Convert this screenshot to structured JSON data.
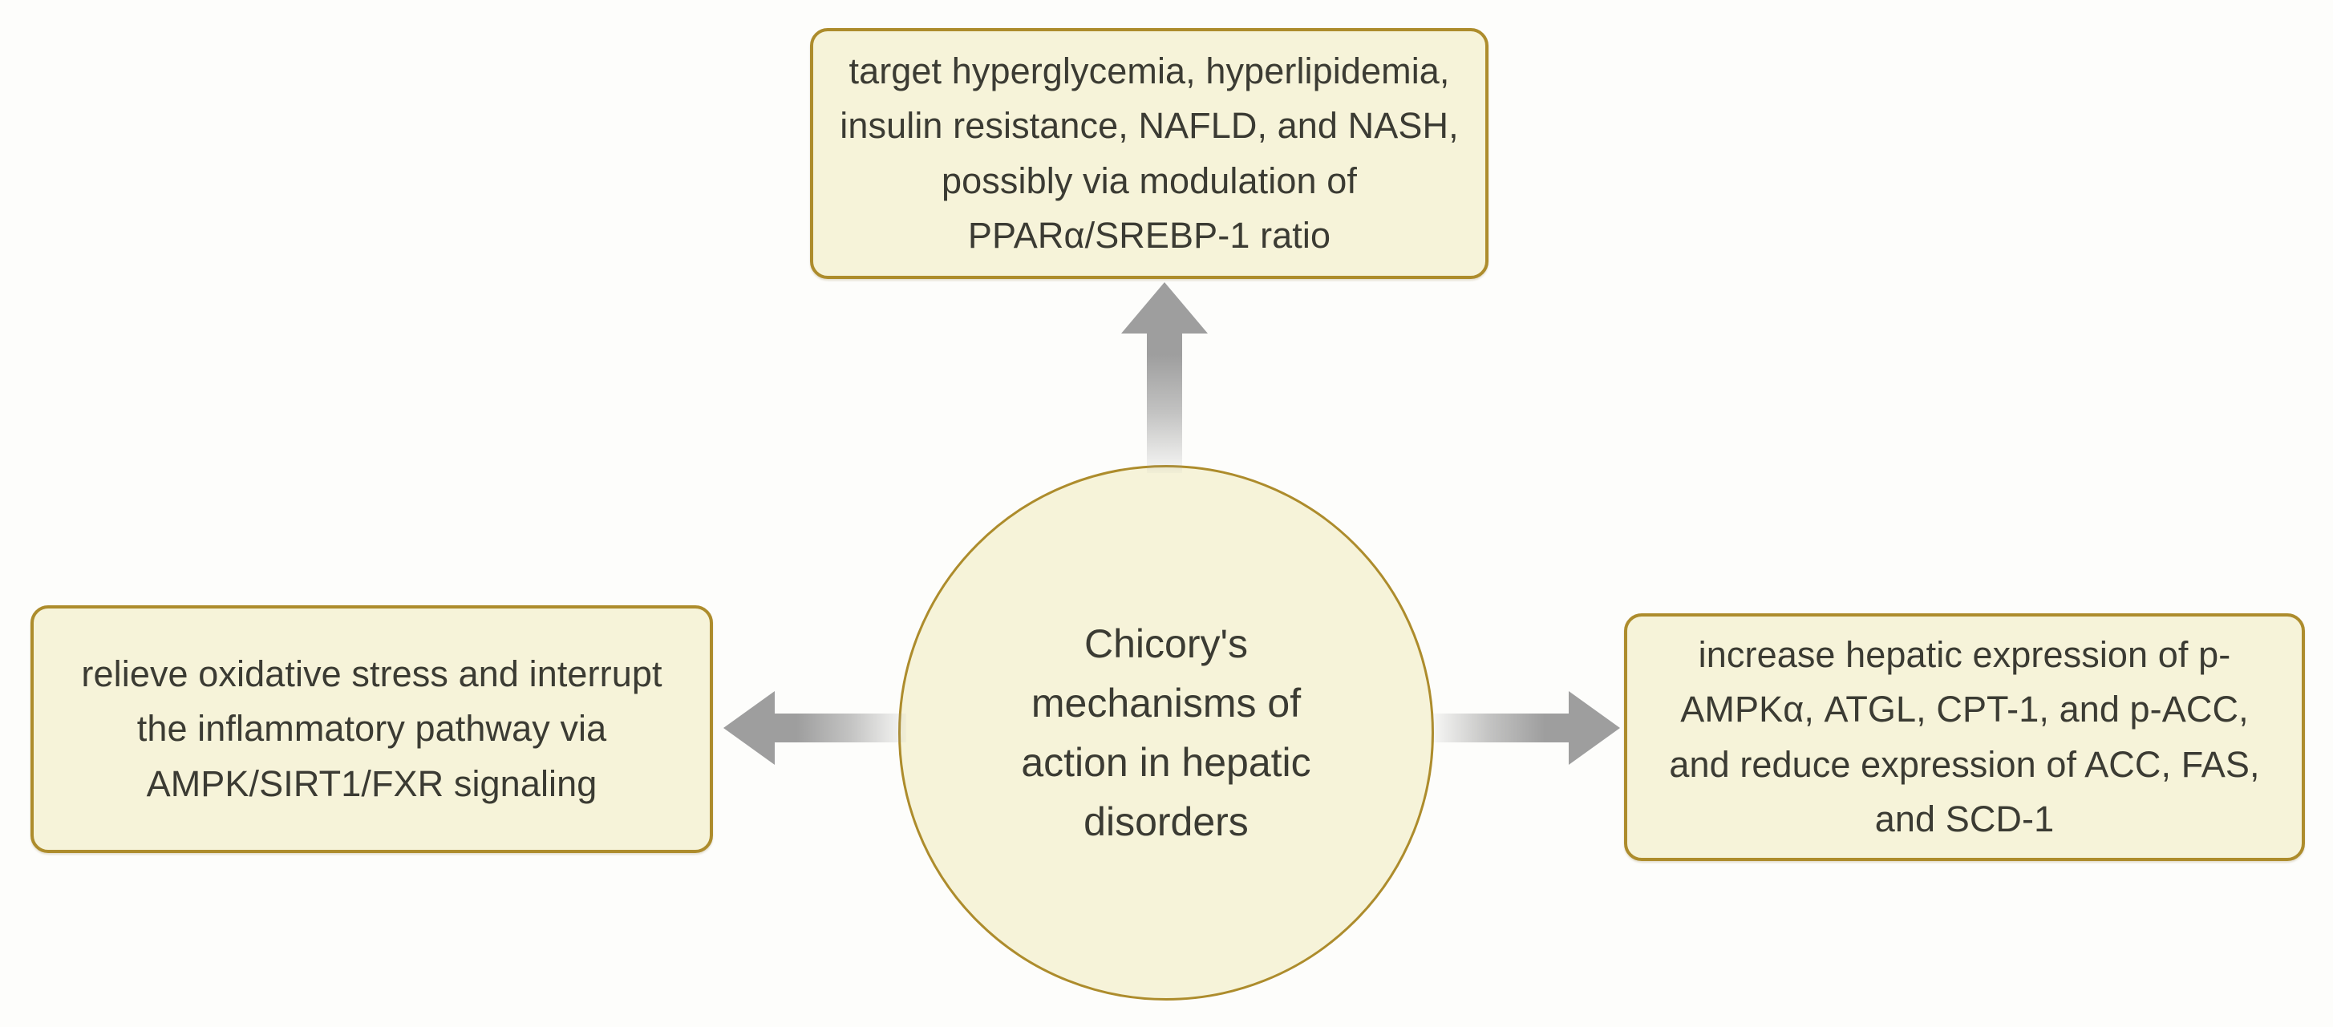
{
  "diagram": {
    "title": "Chicory's mechanisms of action in hepatic disorders",
    "type": "radial hub-and-spoke concept diagram",
    "colors": {
      "node_fill": "#f6f3d9",
      "node_border": "#ad8c2c",
      "text": "#3b3b33",
      "arrow": "#9e9e9e",
      "background": "#fdfdfb"
    },
    "center": {
      "label": "Chicory's mechanisms of action in hepatic disorders",
      "shape": "circle"
    },
    "nodes": [
      {
        "id": "top",
        "position": "top",
        "label": "target hyperglycemia, hyperlipidemia, insulin resistance, NAFLD, and NASH, possibly via modulation of PPARα/SREBP-1 ratio",
        "shape": "rounded-rectangle"
      },
      {
        "id": "left",
        "position": "left",
        "label": "relieve oxidative stress and interrupt the inflammatory pathway via AMPK/SIRT1/FXR signaling",
        "shape": "rounded-rectangle"
      },
      {
        "id": "right",
        "position": "right",
        "label": "increase hepatic expression of p-AMPKα, ATGL, CPT-1, and p-ACC, and reduce expression of ACC, FAS, and SCD-1",
        "shape": "rounded-rectangle"
      }
    ],
    "arrows": [
      {
        "id": "up",
        "from": "center",
        "to": "top",
        "direction": "up",
        "icon": "arrow-up-icon"
      },
      {
        "id": "left",
        "from": "center",
        "to": "left",
        "direction": "left",
        "icon": "arrow-left-icon"
      },
      {
        "id": "right",
        "from": "center",
        "to": "right",
        "direction": "right",
        "icon": "arrow-right-icon"
      }
    ]
  }
}
